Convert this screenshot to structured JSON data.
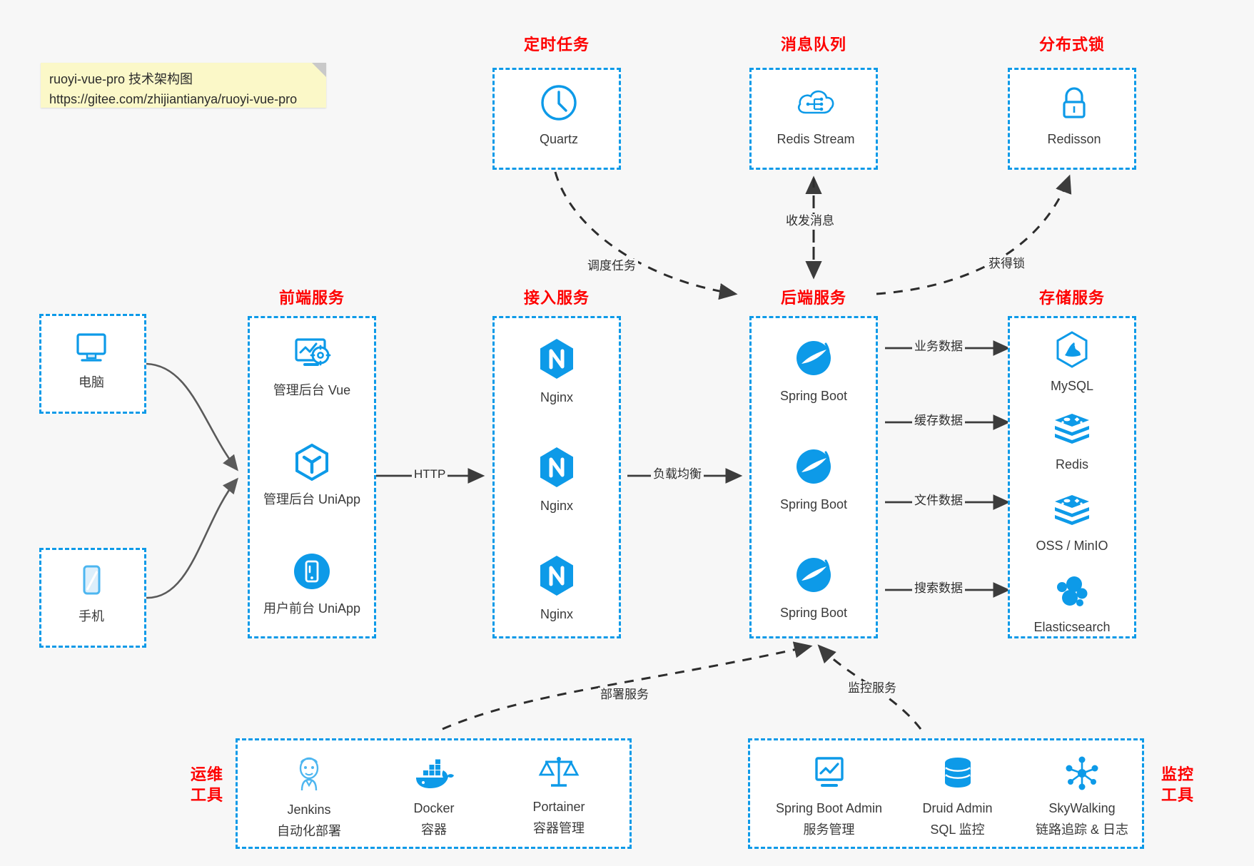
{
  "note": {
    "line1": "ruoyi-vue-pro 技术架构图",
    "line2": "https://gitee.com/zhijiantianya/ruoyi-vue-pro"
  },
  "colors": {
    "group_border": "#0d9ae8",
    "group_title": "#fe0000",
    "icon_blue": "#0d9ae8",
    "background": "#f7f7f7",
    "edge": "#3c3c3c",
    "note_bg": "#fbf8c8"
  },
  "groups": {
    "scheduler": {
      "title": "定时任务"
    },
    "mq": {
      "title": "消息队列"
    },
    "lock": {
      "title": "分布式锁"
    },
    "frontend": {
      "title": "前端服务"
    },
    "gateway": {
      "title": "接入服务"
    },
    "backend": {
      "title": "后端服务"
    },
    "storage": {
      "title": "存储服务"
    },
    "ops": {
      "title": "运维\n工具",
      "title_l1": "运维",
      "title_l2": "工具"
    },
    "monitor": {
      "title": "监控\n工具",
      "title_l1": "监控",
      "title_l2": "工具"
    }
  },
  "nodes": {
    "quartz": {
      "label": "Quartz",
      "icon": "clock-icon"
    },
    "redis_stream": {
      "label": "Redis Stream",
      "icon": "cloud-network-icon"
    },
    "redisson": {
      "label": "Redisson",
      "icon": "lock-icon"
    },
    "pc": {
      "label": "电脑",
      "icon": "monitor-icon"
    },
    "phone": {
      "label": "手机",
      "icon": "smartphone-icon"
    },
    "admin_vue": {
      "label": "管理后台 Vue",
      "icon": "dashboard-settings-icon"
    },
    "admin_uniapp": {
      "label": "管理后台 UniApp",
      "icon": "uniapp-cube-icon"
    },
    "user_uniapp": {
      "label": "用户前台 UniApp",
      "icon": "mobile-app-icon"
    },
    "nginx1": {
      "label": "Nginx",
      "icon": "nginx-icon"
    },
    "nginx2": {
      "label": "Nginx",
      "icon": "nginx-icon"
    },
    "nginx3": {
      "label": "Nginx",
      "icon": "nginx-icon"
    },
    "springboot1": {
      "label": "Spring Boot",
      "icon": "spring-boot-icon"
    },
    "springboot2": {
      "label": "Spring Boot",
      "icon": "spring-boot-icon"
    },
    "springboot3": {
      "label": "Spring Boot",
      "icon": "spring-boot-icon"
    },
    "mysql": {
      "label": "MySQL",
      "icon": "mysql-icon"
    },
    "redis": {
      "label": "Redis",
      "icon": "redis-icon"
    },
    "oss": {
      "label": "OSS / MinIO",
      "icon": "redis-icon"
    },
    "elasticsearch": {
      "label": "Elasticsearch",
      "icon": "elasticsearch-icon"
    },
    "jenkins": {
      "label": "Jenkins",
      "sublabel": "自动化部署",
      "icon": "jenkins-icon"
    },
    "docker": {
      "label": "Docker",
      "sublabel": "容器",
      "icon": "docker-icon"
    },
    "portainer": {
      "label": "Portainer",
      "sublabel": "容器管理",
      "icon": "scales-icon"
    },
    "sba": {
      "label": "Spring Boot Admin",
      "sublabel": "服务管理",
      "icon": "monitor-chart-icon"
    },
    "druid": {
      "label": "Druid Admin",
      "sublabel": "SQL 监控",
      "icon": "database-icon"
    },
    "skywalking": {
      "label": "SkyWalking",
      "sublabel": "链路追踪 & 日志",
      "icon": "network-hub-icon"
    }
  },
  "edges": {
    "http": "HTTP",
    "load_balance": "负载均衡",
    "schedule_task": "调度任务",
    "send_receive_message": "收发消息",
    "acquire_lock": "获得锁",
    "business_data": "业务数据",
    "cache_data": "缓存数据",
    "file_data": "文件数据",
    "search_data": "搜索数据",
    "deploy_service": "部署服务",
    "monitor_service": "监控服务"
  }
}
